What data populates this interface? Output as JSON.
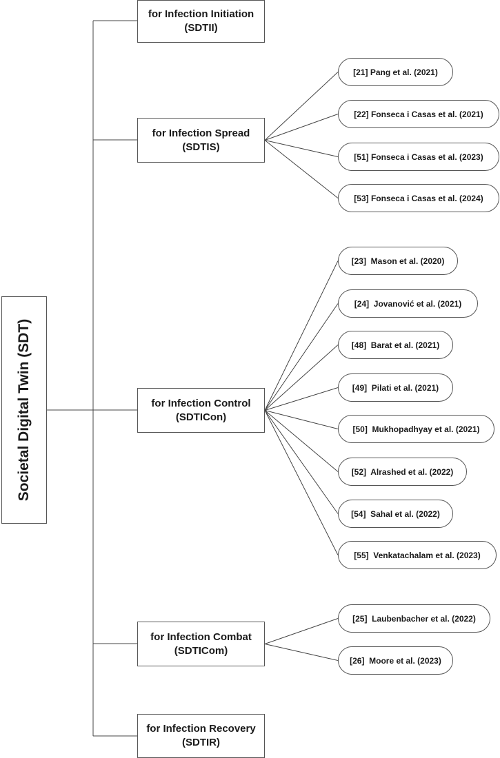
{
  "root": {
    "label": "Societal Digital Twin (SDT)"
  },
  "categories": [
    {
      "title": "for Infection Initiation",
      "code": "(SDTII)",
      "refs": []
    },
    {
      "title": "for Infection Spread",
      "code": "(SDTIS)",
      "refs": [
        "[21] Pang et al. (2021)",
        "[22] Fonseca i Casas et al. (2021)",
        "[51] Fonseca i Casas et al. (2023)",
        "[53] Fonseca i Casas et al. (2024)"
      ]
    },
    {
      "title": "for Infection Control",
      "code": "(SDTICon)",
      "refs": [
        "[23]  Mason et al. (2020)",
        "[24]  Jovanović et al. (2021)",
        "[48]  Barat et al. (2021)",
        "[49]  Pilati et al. (2021)",
        "[50]  Mukhopadhyay et al. (2021)",
        "[52]  Alrashed et al. (2022)",
        "[54]  Sahal et al. (2022)",
        "[55]  Venkatachalam et al. (2023)"
      ]
    },
    {
      "title": "for Infection Combat",
      "code": "(SDTICom)",
      "refs": [
        "[25]  Laubenbacher et al. (2022)",
        "[26]  Moore et al. (2023)"
      ]
    },
    {
      "title": "for Infection Recovery",
      "code": "(SDTIR)",
      "refs": []
    }
  ]
}
